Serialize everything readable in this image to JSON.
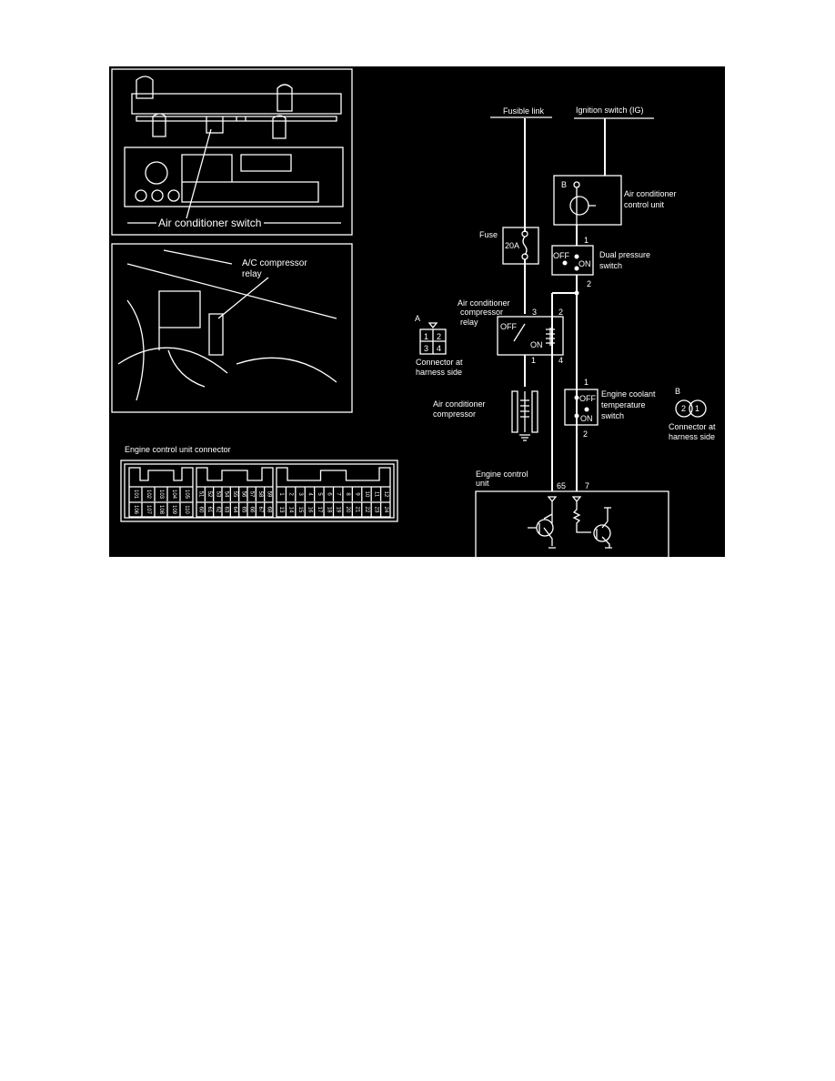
{
  "panels": {
    "switch_panel": {
      "label": "Air conditioner switch"
    },
    "relay_panel": {
      "label_line1": "A/C compressor",
      "label_line2": "relay"
    },
    "ecu_connector": {
      "title": "Engine control unit connector",
      "block1_top": [
        "101",
        "102",
        "103",
        "104",
        "105"
      ],
      "block1_bottom": [
        "106",
        "107",
        "108",
        "109",
        "110"
      ],
      "block2_top": [
        "51",
        "52",
        "53",
        "54",
        "55",
        "56",
        "57",
        "58",
        "59"
      ],
      "block2_bottom": [
        "60",
        "61",
        "62",
        "63",
        "64",
        "65",
        "66",
        "67",
        "68"
      ],
      "block3_top": [
        "1",
        "2",
        "3",
        "4",
        "5",
        "6",
        "7",
        "8",
        "9",
        "10",
        "11",
        "12"
      ],
      "block3_bottom": [
        "13",
        "14",
        "15",
        "16",
        "17",
        "18",
        "19",
        "20",
        "21",
        "22",
        "23",
        "24"
      ]
    }
  },
  "wiring": {
    "fusible_link": "Fusible link",
    "ignition_switch": "Ignition switch (IG)",
    "fuse_label": "Fuse",
    "fuse_rating": "20A",
    "ac_control_unit": {
      "terminal": "B",
      "line1": "Air conditioner",
      "line2": "control unit"
    },
    "dual_pressure_switch": {
      "line1": "Dual pressure",
      "line2": "switch",
      "off": "OFF",
      "on": "ON",
      "pin_in": "1",
      "pin_out": "2"
    },
    "compressor_relay": {
      "line1": "Air conditioner",
      "line2": "compressor",
      "line3": "relay",
      "off": "OFF",
      "on": "ON",
      "pin3": "3",
      "pin2": "2",
      "pin1": "1",
      "pin4": "4"
    },
    "connector_a": {
      "id": "A",
      "pins": [
        "1",
        "2",
        "3",
        "4"
      ],
      "line1": "Connector at",
      "line2": "harness side"
    },
    "compressor": {
      "line1": "Air conditioner",
      "line2": "compressor"
    },
    "coolant_switch": {
      "line1": "Engine coolant",
      "line2": "temperature",
      "line3": "switch",
      "off": "OFF",
      "on": "ON",
      "pin_in": "1",
      "pin_out": "2"
    },
    "connector_b": {
      "id": "B",
      "pins": [
        "2",
        "1"
      ],
      "line1": "Connector at",
      "line2": "harness side"
    },
    "ecu": {
      "line1": "Engine control",
      "line2": "unit",
      "pin65": "65",
      "pin7": "7"
    }
  }
}
